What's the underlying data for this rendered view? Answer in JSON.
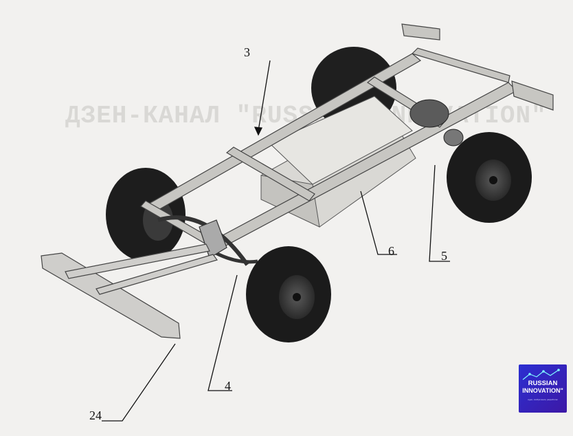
{
  "watermark": {
    "text": "ДЗЕН-КАНАЛ \"RUSSIAN INNOVATION\""
  },
  "callouts": [
    "3",
    "6",
    "5",
    "4",
    "24"
  ],
  "logo": {
    "line1": "RUSSIAN",
    "line2": "INNOVATION\"",
    "tagline": "идеи, изобретения, разработки"
  },
  "colors": {
    "background": "#f2f1ef",
    "tire": "#1b1b1b",
    "frame": "#bdbcb8",
    "logo_bg": "#2b2fd1"
  }
}
